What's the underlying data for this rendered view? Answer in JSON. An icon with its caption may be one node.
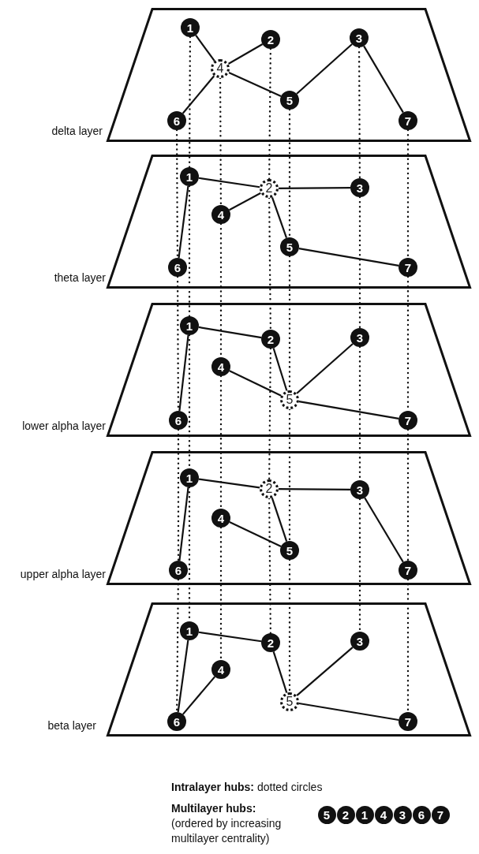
{
  "diagram": {
    "nodes": [
      {
        "text": [],
        "shape": "trapezoid",
        "beside": [
          "delta layer"
        ]
      },
      {
        "text": [
          "1"
        ],
        "in": 0
      },
      {
        "text": [
          "2"
        ],
        "in": 0
      },
      {
        "text": [
          "3"
        ],
        "in": 0
      },
      {
        "text": [
          "4"
        ],
        "in": 0
      },
      {
        "text": [
          "5"
        ],
        "in": 0
      },
      {
        "text": [
          "6"
        ],
        "in": 0
      },
      {
        "text": [
          "7"
        ],
        "in": 0
      },
      {
        "text": [],
        "shape": "trapezoid",
        "beside": [
          "theta layer"
        ]
      },
      {
        "text": [
          "1"
        ],
        "in": 8
      },
      {
        "text": [
          "2"
        ],
        "in": 8
      },
      {
        "text": [
          "3"
        ],
        "in": 8
      },
      {
        "text": [
          "4"
        ],
        "in": 8
      },
      {
        "text": [
          "5"
        ],
        "in": 8
      },
      {
        "text": [
          "6"
        ],
        "in": 8
      },
      {
        "text": [
          "7"
        ],
        "in": 8
      },
      {
        "text": [],
        "shape": "trapezoid",
        "beside": [
          "lower alpha layer"
        ]
      },
      {
        "text": [
          "1"
        ],
        "in": 16
      },
      {
        "text": [
          "2"
        ],
        "in": 16
      },
      {
        "text": [
          "3"
        ],
        "in": 16
      },
      {
        "text": [
          "4"
        ],
        "in": 16
      },
      {
        "text": [
          "5"
        ],
        "in": 16
      },
      {
        "text": [
          "6"
        ],
        "in": 16
      },
      {
        "text": [
          "7"
        ],
        "in": 16
      },
      {
        "text": [],
        "shape": "trapezoid",
        "beside": [
          "upper alpha layer"
        ]
      },
      {
        "text": [
          "1"
        ],
        "in": 24
      },
      {
        "text": [
          "2"
        ],
        "in": 24
      },
      {
        "text": [
          "3"
        ],
        "in": 24
      },
      {
        "text": [
          "4"
        ],
        "in": 24
      },
      {
        "text": [
          "5"
        ],
        "in": 24
      },
      {
        "text": [
          "6"
        ],
        "in": 24
      },
      {
        "text": [
          "7"
        ],
        "in": 24
      },
      {
        "text": [],
        "shape": "trapezoid",
        "beside": [
          "beta layer"
        ]
      },
      {
        "text": [
          "1"
        ],
        "in": 32
      },
      {
        "text": [
          "2"
        ],
        "in": 32
      },
      {
        "text": [
          "3"
        ],
        "in": 32
      },
      {
        "text": [
          "4"
        ],
        "in": 32
      },
      {
        "text": [
          "5"
        ],
        "in": 32
      },
      {
        "text": [
          "6"
        ],
        "in": 32
      },
      {
        "text": [
          "7"
        ],
        "in": 32
      },
      {
        "text": [
          "5"
        ]
      },
      {
        "text": [
          "2"
        ]
      },
      {
        "text": [
          "1"
        ]
      },
      {
        "text": [
          "4"
        ]
      },
      {
        "text": [
          "3"
        ]
      },
      {
        "text": [
          "6"
        ]
      },
      {
        "text": [
          "7"
        ]
      }
    ],
    "edges": [
      {
        "from": 1,
        "to": 4,
        "arrow": "none"
      },
      {
        "from": 4,
        "to": 2,
        "arrow": "none"
      },
      {
        "from": 4,
        "to": 6,
        "arrow": "none"
      },
      {
        "from": 4,
        "to": 5,
        "arrow": "none"
      },
      {
        "from": 5,
        "to": 3,
        "arrow": "none"
      },
      {
        "from": 3,
        "to": 7,
        "arrow": "none"
      },
      {
        "from": 9,
        "to": 10,
        "arrow": "none"
      },
      {
        "from": 10,
        "to": 11,
        "arrow": "none"
      },
      {
        "from": 10,
        "to": 12,
        "arrow": "none"
      },
      {
        "from": 10,
        "to": 13,
        "arrow": "none"
      },
      {
        "from": 13,
        "to": 15,
        "arrow": "none"
      },
      {
        "from": 9,
        "to": 14,
        "arrow": "none"
      },
      {
        "from": 17,
        "to": 18,
        "arrow": "none"
      },
      {
        "from": 17,
        "to": 22,
        "arrow": "none"
      },
      {
        "from": 18,
        "to": 21,
        "arrow": "none"
      },
      {
        "from": 20,
        "to": 21,
        "arrow": "none"
      },
      {
        "from": 19,
        "to": 21,
        "arrow": "none"
      },
      {
        "from": 21,
        "to": 23,
        "arrow": "none"
      },
      {
        "from": 25,
        "to": 26,
        "arrow": "none"
      },
      {
        "from": 26,
        "to": 27,
        "arrow": "none"
      },
      {
        "from": 25,
        "to": 30,
        "arrow": "none"
      },
      {
        "from": 26,
        "to": 29,
        "arrow": "none"
      },
      {
        "from": 28,
        "to": 29,
        "arrow": "none"
      },
      {
        "from": 27,
        "to": 31,
        "arrow": "none"
      },
      {
        "from": 33,
        "to": 34,
        "arrow": "none"
      },
      {
        "from": 33,
        "to": 38,
        "arrow": "none"
      },
      {
        "from": 38,
        "to": 36,
        "arrow": "none"
      },
      {
        "from": 34,
        "to": 37,
        "arrow": "none"
      },
      {
        "from": 37,
        "to": 35,
        "arrow": "none"
      },
      {
        "from": 37,
        "to": 39,
        "arrow": "none"
      },
      {
        "from": 1,
        "to": 9,
        "arrow": "none",
        "style": "dashed"
      },
      {
        "from": 2,
        "to": 10,
        "arrow": "none",
        "style": "dashed"
      },
      {
        "from": 3,
        "to": 11,
        "arrow": "none",
        "style": "dashed"
      },
      {
        "from": 4,
        "to": 12,
        "arrow": "none",
        "style": "dashed"
      },
      {
        "from": 5,
        "to": 13,
        "arrow": "none",
        "style": "dashed"
      },
      {
        "from": 6,
        "to": 14,
        "arrow": "none",
        "style": "dashed"
      },
      {
        "from": 7,
        "to": 15,
        "arrow": "none",
        "style": "dashed"
      },
      {
        "from": 9,
        "to": 17,
        "arrow": "none",
        "style": "dashed"
      },
      {
        "from": 10,
        "to": 18,
        "arrow": "none",
        "style": "dashed"
      },
      {
        "from": 11,
        "to": 19,
        "arrow": "none",
        "style": "dashed"
      },
      {
        "from": 12,
        "to": 20,
        "arrow": "none",
        "style": "dashed"
      },
      {
        "from": 13,
        "to": 21,
        "arrow": "none",
        "style": "dashed"
      },
      {
        "from": 14,
        "to": 22,
        "arrow": "none",
        "style": "dashed"
      },
      {
        "from": 15,
        "to": 23,
        "arrow": "none",
        "style": "dashed"
      },
      {
        "from": 17,
        "to": 25,
        "arrow": "none",
        "style": "dashed"
      },
      {
        "from": 18,
        "to": 26,
        "arrow": "none",
        "style": "dashed"
      },
      {
        "from": 19,
        "to": 27,
        "arrow": "none",
        "style": "dashed"
      },
      {
        "from": 20,
        "to": 28,
        "arrow": "none",
        "style": "dashed"
      },
      {
        "from": 21,
        "to": 29,
        "arrow": "none",
        "style": "dashed"
      },
      {
        "from": 22,
        "to": 30,
        "arrow": "none",
        "style": "dashed"
      },
      {
        "from": 23,
        "to": 31,
        "arrow": "none",
        "style": "dashed"
      },
      {
        "from": 25,
        "to": 33,
        "arrow": "none",
        "style": "dashed"
      },
      {
        "from": 26,
        "to": 34,
        "arrow": "none",
        "style": "dashed"
      },
      {
        "from": 27,
        "to": 35,
        "arrow": "none",
        "style": "dashed"
      },
      {
        "from": 28,
        "to": 36,
        "arrow": "none",
        "style": "dashed"
      },
      {
        "from": 29,
        "to": 37,
        "arrow": "none",
        "style": "dashed"
      },
      {
        "from": 30,
        "to": 38,
        "arrow": "none",
        "style": "dashed"
      },
      {
        "from": 31,
        "to": 39,
        "arrow": "none",
        "style": "dashed"
      }
    ],
    "labels": [
      "**Intralayer hubs:** dotted circles",
      "**Multilayer hubs:** (ordered by increasing multilayer centrality)"
    ]
  }
}
